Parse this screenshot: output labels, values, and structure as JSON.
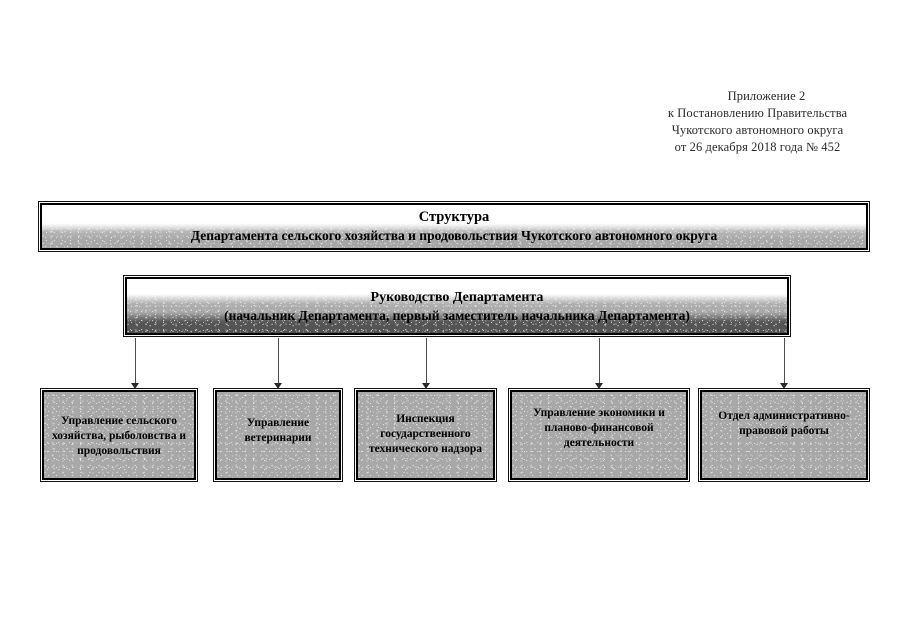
{
  "appendix": {
    "lines": [
      "Приложение 2",
      "к Постановлению Правительства",
      "Чукотского автономного округа",
      "от  26 декабря  2018 года №  452"
    ]
  },
  "chart": {
    "title_box": {
      "line1": "Структура",
      "line2": "Департамента сельского хозяйства и продовольствия Чукотского автономного округа"
    },
    "leadership_box": {
      "line1": "Руководство Департамента",
      "line2": "(начальник Департамента, первый заместитель начальника Департамента)"
    },
    "departments": [
      {
        "label": "Управление сельского хозяйства, рыболовства и продовольствия"
      },
      {
        "label": "Управление ветеринарии"
      },
      {
        "label": "Инспекция государственного технического надзора"
      },
      {
        "label": "Управление экономики и планово-финансовой деятельности"
      },
      {
        "label": "Отдел административно-правовой работы"
      }
    ]
  },
  "colors": {
    "box_border": "#000000",
    "dept_fill": "#a8a8a8",
    "leadership_dark_band": "#555555",
    "connector": "#4d4d4d",
    "page_background": "#ffffff"
  }
}
